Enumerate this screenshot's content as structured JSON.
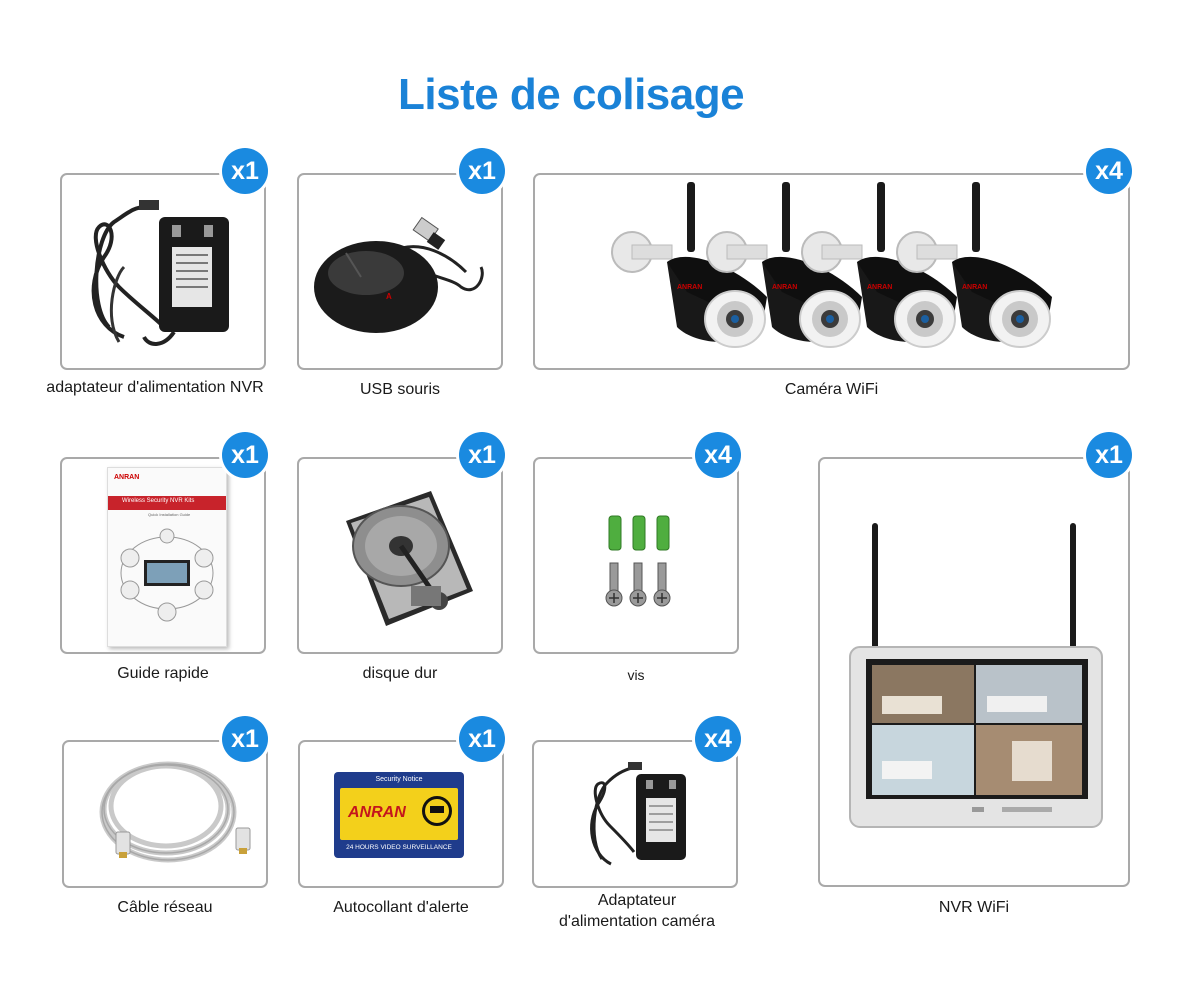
{
  "title": "Liste de colisage",
  "accent_color": "#1a82d7",
  "items": [
    {
      "label": "adaptateur d'alimentation NVR",
      "qty": "x1",
      "icon": "power-adapter-icon"
    },
    {
      "label": "USB souris",
      "qty": "x1",
      "icon": "mouse-icon"
    },
    {
      "label": "Caméra WiFi",
      "qty": "x4",
      "icon": "bullet-camera-icon"
    },
    {
      "label": "Guide rapide",
      "qty": "x1",
      "icon": "manual-icon"
    },
    {
      "label": "disque dur",
      "qty": "x1",
      "icon": "hard-disk-icon"
    },
    {
      "label": "vis",
      "qty": "x4",
      "icon": "screws-icon"
    },
    {
      "label": "NVR WiFi",
      "qty": "x1",
      "icon": "nvr-monitor-icon"
    },
    {
      "label": "Câble réseau",
      "qty": "x1",
      "icon": "network-cable-icon"
    },
    {
      "label": "Autocollant d'alerte",
      "qty": "x1",
      "icon": "warning-sticker-icon"
    },
    {
      "label_line1": "Adaptateur",
      "label_line2": "d'alimentation caméra",
      "qty": "x4",
      "icon": "power-adapter-icon"
    }
  ],
  "manual": {
    "brand": "ANRAN",
    "title": "Wireless Security NVR Kits",
    "subtitle": "Quick Installation Guide"
  },
  "sticker": {
    "header": "Security Notice",
    "brand": "ANRAN",
    "footer": "24 HOURS VIDEO SURVEILLANCE"
  }
}
